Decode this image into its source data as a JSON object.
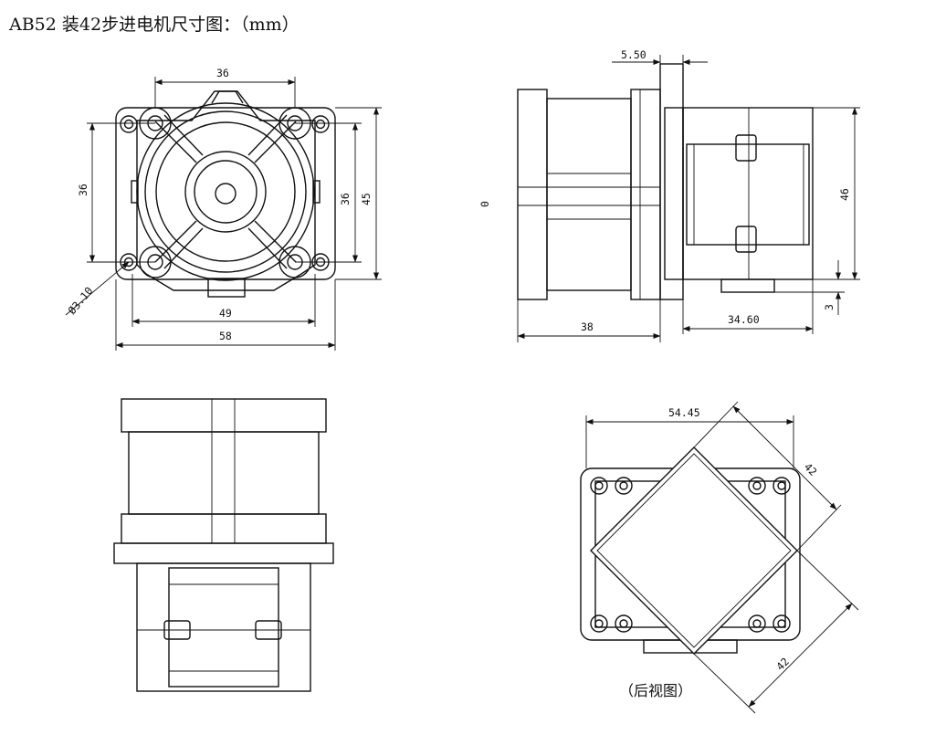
{
  "title": "AB52 装42步进电机尺寸图：（mm）",
  "views": {
    "front": {
      "dim_top": "36",
      "dim_left": "36",
      "dim_right_inner": "36",
      "dim_right_outer": "45",
      "dim_hole": "Ø3.10",
      "dim_bottom_inner": "49",
      "dim_bottom_outer": "58"
    },
    "side": {
      "dim_top": "5.50",
      "dim_left": "0",
      "dim_right": "46",
      "dim_right_small": "3",
      "dim_bottom_left": "38",
      "dim_bottom_right": "34.60"
    },
    "bottom": {},
    "rear": {
      "dim_top": "54.45",
      "dim_diag_upper": "42",
      "dim_diag_lower": "42",
      "caption": "（后视图）"
    }
  }
}
